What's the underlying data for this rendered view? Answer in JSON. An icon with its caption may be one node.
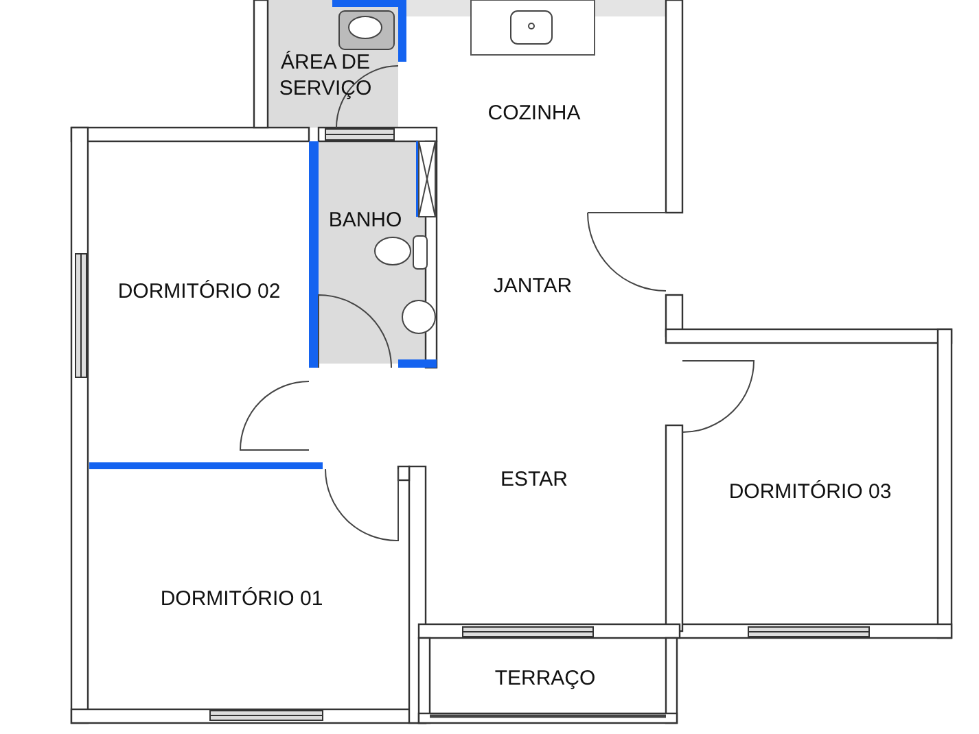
{
  "diagram": {
    "labels": [
      "ÁREA DE SERVIÇO",
      "COZINHA",
      "BANHO",
      "DORMITÓRIO 02",
      "JANTAR",
      "ESTAR",
      "DORMITÓRIO 03",
      "DORMITÓRIO 01",
      "TERRAÇO"
    ]
  }
}
